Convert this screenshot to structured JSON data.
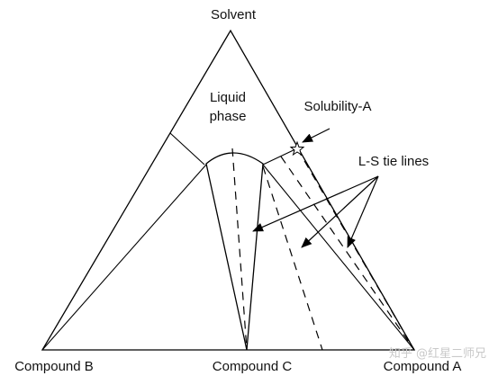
{
  "labels": {
    "apex": "Solvent",
    "bottom_left": "Compound B",
    "bottom_mid": "Compound C",
    "bottom_right": "Compound A",
    "region_line1": "Liquid",
    "region_line2": "phase",
    "solubility_point": "Solubility-A",
    "tie_lines": "L-S tie lines"
  },
  "watermark": "知乎 @红星二师兄",
  "colors": {
    "line": "#000000",
    "text": "#111111",
    "watermark": "#c9c9c9",
    "background": "#ffffff"
  }
}
